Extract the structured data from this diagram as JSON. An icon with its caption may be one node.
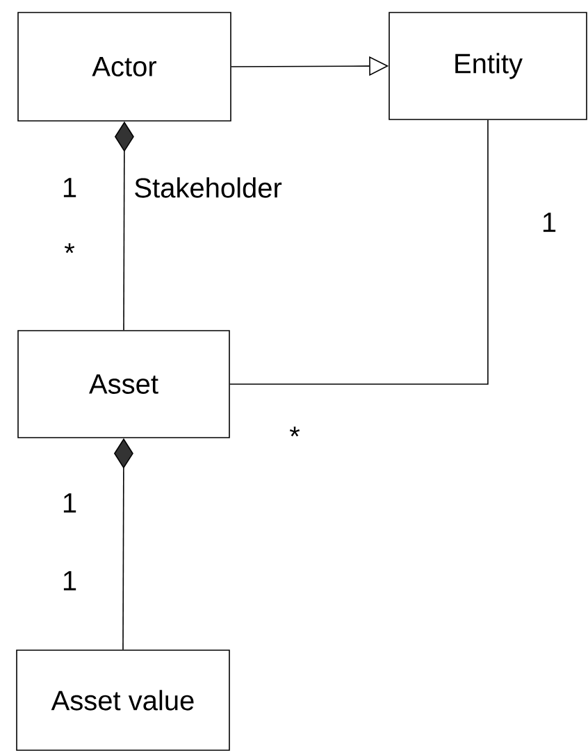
{
  "diagram": {
    "nodes": [
      {
        "text": [
          "Actor"
        ]
      },
      {
        "text": [
          "Entity"
        ]
      },
      {
        "text": [
          "Asset"
        ]
      },
      {
        "text": [
          "Asset value"
        ]
      }
    ],
    "edges": [
      {
        "from": 0,
        "to": 1,
        "arrow": "to"
      },
      {
        "from": 0,
        "to": 2,
        "arrow": "other",
        "label": "Stakeholder"
      },
      {
        "from": 1,
        "to": 2,
        "arrow": "none"
      },
      {
        "from": 2,
        "to": 3,
        "arrow": "other"
      }
    ],
    "labels": [
      "1",
      "*",
      "1",
      "*",
      "1",
      "1"
    ]
  }
}
